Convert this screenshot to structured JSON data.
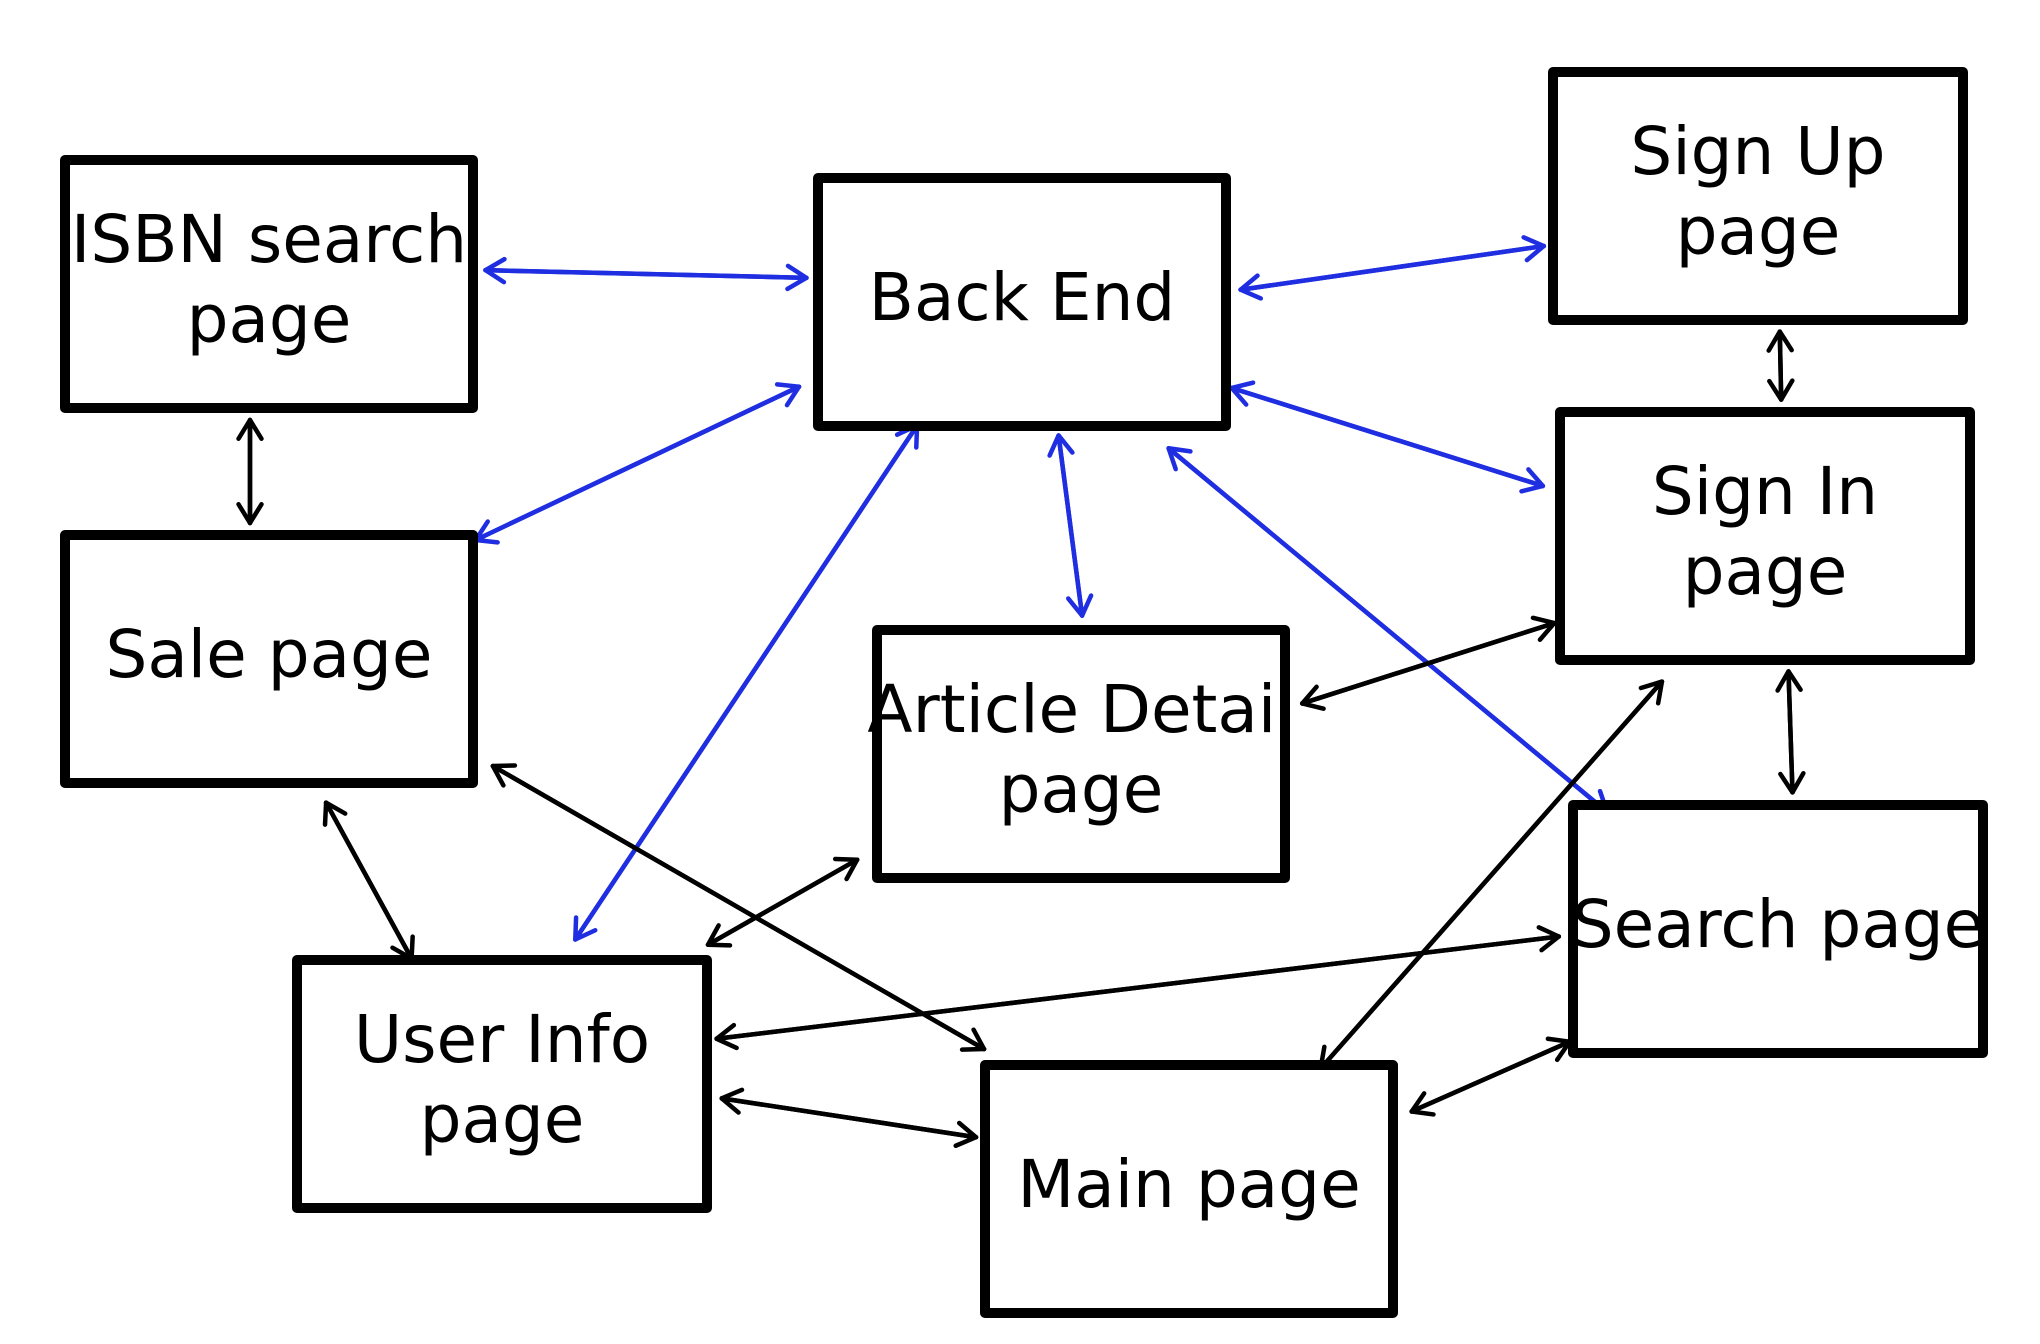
{
  "colors": {
    "box_stroke": "#000000",
    "page_link": "#000000",
    "backend_link": "#1f2ee0"
  },
  "nodes": {
    "isbn": {
      "lines": [
        "ISBN search",
        "page"
      ]
    },
    "backend": {
      "lines": [
        "Back End"
      ]
    },
    "signup": {
      "lines": [
        "Sign Up",
        "page"
      ]
    },
    "sale": {
      "lines": [
        "Sale page"
      ]
    },
    "article": {
      "lines": [
        "Article Detail",
        "page"
      ]
    },
    "signin": {
      "lines": [
        "Sign In",
        "page"
      ]
    },
    "search": {
      "lines": [
        "Search page"
      ]
    },
    "userinfo": {
      "lines": [
        "User Info",
        "page"
      ]
    },
    "main": {
      "lines": [
        "Main page"
      ]
    }
  },
  "edges": [
    {
      "from": "backend",
      "to": "isbn",
      "kind": "backend"
    },
    {
      "from": "isbn",
      "to": "backend",
      "kind": "backend"
    },
    {
      "from": "backend",
      "to": "signup",
      "kind": "backend"
    },
    {
      "from": "signup",
      "to": "backend",
      "kind": "backend"
    },
    {
      "from": "backend",
      "to": "sale",
      "kind": "backend"
    },
    {
      "from": "sale",
      "to": "backend",
      "kind": "backend"
    },
    {
      "from": "backend",
      "to": "signin",
      "kind": "backend"
    },
    {
      "from": "signin",
      "to": "backend",
      "kind": "backend"
    },
    {
      "from": "backend",
      "to": "article",
      "kind": "backend"
    },
    {
      "from": "article",
      "to": "backend",
      "kind": "backend"
    },
    {
      "from": "backend",
      "to": "search",
      "kind": "backend"
    },
    {
      "from": "search",
      "to": "backend",
      "kind": "backend"
    },
    {
      "from": "backend",
      "to": "userinfo",
      "kind": "backend"
    },
    {
      "from": "userinfo",
      "to": "backend",
      "kind": "backend"
    },
    {
      "from": "isbn",
      "to": "sale",
      "kind": "page"
    },
    {
      "from": "sale",
      "to": "isbn",
      "kind": "page"
    },
    {
      "from": "signup",
      "to": "signin",
      "kind": "page"
    },
    {
      "from": "signin",
      "to": "signup",
      "kind": "page"
    },
    {
      "from": "signin",
      "to": "search",
      "kind": "page"
    },
    {
      "from": "search",
      "to": "signin",
      "kind": "page"
    },
    {
      "from": "sale",
      "to": "userinfo",
      "kind": "page"
    },
    {
      "from": "userinfo",
      "to": "sale",
      "kind": "page"
    },
    {
      "from": "sale",
      "to": "main",
      "kind": "page"
    },
    {
      "from": "main",
      "to": "sale",
      "kind": "page"
    },
    {
      "from": "signin",
      "to": "article",
      "kind": "page"
    },
    {
      "from": "article",
      "to": "signin",
      "kind": "page"
    },
    {
      "from": "article",
      "to": "userinfo",
      "kind": "page"
    },
    {
      "from": "userinfo",
      "to": "article",
      "kind": "page"
    },
    {
      "from": "search",
      "to": "userinfo",
      "kind": "page"
    },
    {
      "from": "userinfo",
      "to": "search",
      "kind": "page"
    },
    {
      "from": "signin",
      "to": "main",
      "kind": "page"
    },
    {
      "from": "main",
      "to": "signin",
      "kind": "page"
    },
    {
      "from": "search",
      "to": "main",
      "kind": "page"
    },
    {
      "from": "main",
      "to": "search",
      "kind": "page"
    },
    {
      "from": "main",
      "to": "userinfo",
      "kind": "page"
    },
    {
      "from": "userinfo",
      "to": "main",
      "kind": "page"
    }
  ]
}
